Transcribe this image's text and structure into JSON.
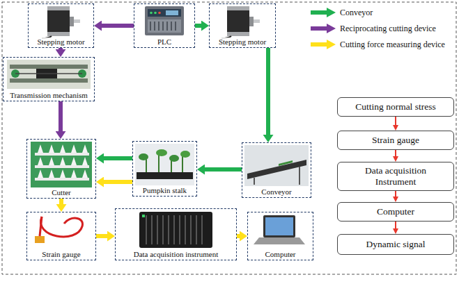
{
  "diagram": {
    "nodes": [
      {
        "text": [
          "Stepping motor"
        ]
      },
      {
        "text": [
          "PLC"
        ]
      },
      {
        "text": [
          "Stepping motor"
        ]
      },
      {
        "text": [
          "Transmission mechanism"
        ]
      },
      {
        "text": [
          "Cutter"
        ]
      },
      {
        "text": [
          "Pumpkin stalk"
        ]
      },
      {
        "text": [
          "Conveyor"
        ]
      },
      {
        "text": [
          "Strain gauge"
        ]
      },
      {
        "text": [
          "Data acquisition instrument"
        ]
      },
      {
        "text": [
          "Computer"
        ]
      },
      {
        "text": [
          "Cutting normal stress"
        ]
      },
      {
        "text": [
          "Strain gauge"
        ]
      },
      {
        "text": [
          "Data acquisition Instrument"
        ]
      },
      {
        "text": [
          "Computer"
        ]
      },
      {
        "text": [
          "Dynamic signal"
        ]
      }
    ],
    "edges": [
      {
        "from": 1,
        "to": 0,
        "arrow": "to"
      },
      {
        "from": 1,
        "to": 2,
        "arrow": "to"
      },
      {
        "from": 0,
        "to": 3,
        "arrow": "to"
      },
      {
        "from": 3,
        "to": 4,
        "arrow": "to"
      },
      {
        "from": 2,
        "to": 6,
        "arrow": "to"
      },
      {
        "from": 6,
        "to": 5,
        "arrow": "to"
      },
      {
        "from": 5,
        "to": 4,
        "arrow": "to"
      },
      {
        "from": 5,
        "to": 4,
        "arrow": "to"
      },
      {
        "from": 4,
        "to": 7,
        "arrow": "to"
      },
      {
        "from": 7,
        "to": 8,
        "arrow": "to"
      },
      {
        "from": 8,
        "to": 9,
        "arrow": "to"
      },
      {
        "from": 10,
        "to": 11,
        "arrow": "to"
      },
      {
        "from": 11,
        "to": 12,
        "arrow": "to"
      },
      {
        "from": 12,
        "to": 13,
        "arrow": "to"
      },
      {
        "from": 13,
        "to": 14,
        "arrow": "to"
      }
    ],
    "legend": [
      {
        "text": "Conveyor",
        "color": "#20b050"
      },
      {
        "text": "Reciprocating cutting device",
        "color": "#7a3b9a"
      },
      {
        "text": "Cutting force measuring device",
        "color": "#ffe01a"
      }
    ]
  }
}
